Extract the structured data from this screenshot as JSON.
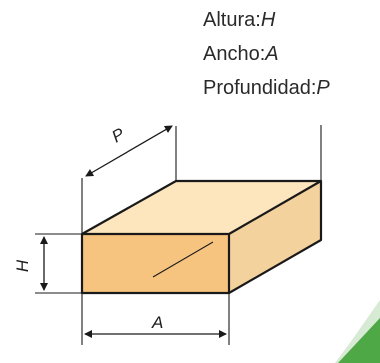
{
  "legend": {
    "altura": {
      "label": "Altura:",
      "symbol": "H"
    },
    "ancho": {
      "label": "Ancho:",
      "symbol": "A"
    },
    "profundidad": {
      "label": "Profundidad:",
      "symbol": "P"
    }
  },
  "dimension_labels": {
    "depth": "P",
    "height": "H",
    "width": "A"
  },
  "colors": {
    "box_top": "#fde5bd",
    "box_front": "#f7c47f",
    "box_side": "#f3d29d",
    "outline": "#1a1a1a",
    "accent_corner": "#4ea845",
    "accent_corner_light": "#d7ead3"
  }
}
